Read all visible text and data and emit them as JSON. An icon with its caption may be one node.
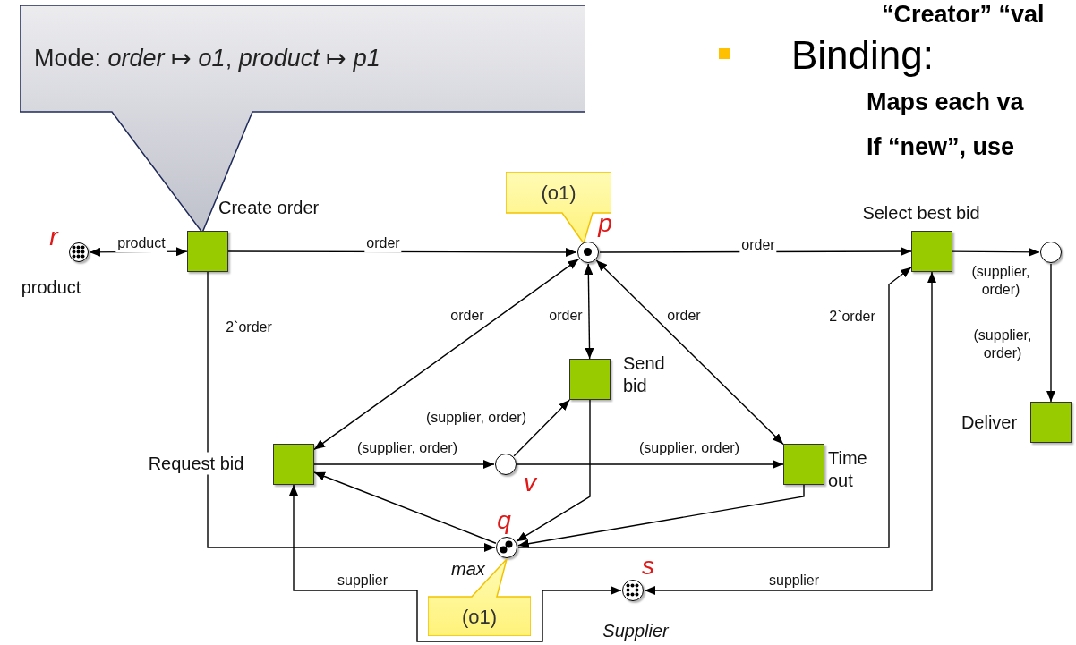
{
  "diagram": {
    "nodes": [
      {
        "text": [
          "Mode: *order* ↦ *o1*, *product* ↦ *p1*"
        ]
      },
      {
        "text": [],
        "shape": "circle",
        "beside": [
          "r",
          "product"
        ]
      },
      {
        "text": [],
        "shape": "box"
      },
      {
        "text": [
          "(o1)"
        ]
      },
      {
        "text": [],
        "shape": "circle",
        "beside": [
          "p"
        ]
      },
      {
        "text": [],
        "shape": "box",
        "beside": [
          "Select best bid"
        ]
      },
      {
        "text": [],
        "shape": "circle"
      },
      {
        "text": [],
        "shape": "box",
        "beside": [
          "Send bid"
        ]
      },
      {
        "text": [],
        "shape": "box",
        "beside": [
          "Deliver"
        ]
      },
      {
        "text": [],
        "shape": "box",
        "beside": [
          "Request bid"
        ]
      },
      {
        "text": [],
        "shape": "circle",
        "beside": [
          "v"
        ]
      },
      {
        "text": [],
        "shape": "box",
        "beside": [
          "Time out"
        ]
      },
      {
        "text": [],
        "shape": "circle",
        "beside": [
          "q"
        ]
      },
      {
        "text": [],
        "shape": "circle",
        "beside": [
          "s",
          "Supplier"
        ]
      },
      {
        "text": [
          "(o1)"
        ]
      }
    ],
    "edges": [
      {
        "from": 1,
        "to": 2,
        "arrow": "both",
        "label": "product"
      },
      {
        "from": 2,
        "to": 4,
        "arrow": "to",
        "label": "order"
      },
      {
        "from": 2,
        "to": 12,
        "arrow": "to",
        "label": "2`order"
      },
      {
        "from": 4,
        "to": 5,
        "arrow": "to",
        "label": "order"
      },
      {
        "from": 4,
        "to": 9,
        "arrow": "both",
        "label": "order"
      },
      {
        "from": 4,
        "to": 7,
        "arrow": "both",
        "label": "order"
      },
      {
        "from": 4,
        "to": 11,
        "arrow": "both",
        "label": "order"
      },
      {
        "from": 12,
        "to": 5,
        "arrow": "to",
        "label": "2`order"
      },
      {
        "from": 5,
        "to": 6,
        "arrow": "to",
        "label": "(supplier, order)"
      },
      {
        "from": 6,
        "to": 8,
        "arrow": "to",
        "label": "(supplier, order)"
      },
      {
        "from": 13,
        "to": 5,
        "arrow": "both",
        "label": "supplier"
      },
      {
        "from": 9,
        "to": 13,
        "arrow": "both",
        "label": "supplier"
      },
      {
        "from": 9,
        "to": 10,
        "arrow": "to",
        "label": "(supplier, order)"
      },
      {
        "from": 12,
        "to": 9,
        "arrow": "to"
      },
      {
        "from": 10,
        "to": 7,
        "arrow": "to",
        "label": "(supplier, order)"
      },
      {
        "from": 10,
        "to": 11,
        "arrow": "to",
        "label": "(supplier, order)"
      },
      {
        "from": 7,
        "to": 12,
        "arrow": "to"
      },
      {
        "from": 11,
        "to": 12,
        "arrow": "to"
      }
    ],
    "labels": [
      "“Creator” “val",
      "Binding:",
      "Maps each va",
      "If “new”, use",
      "Create order",
      "max"
    ]
  }
}
